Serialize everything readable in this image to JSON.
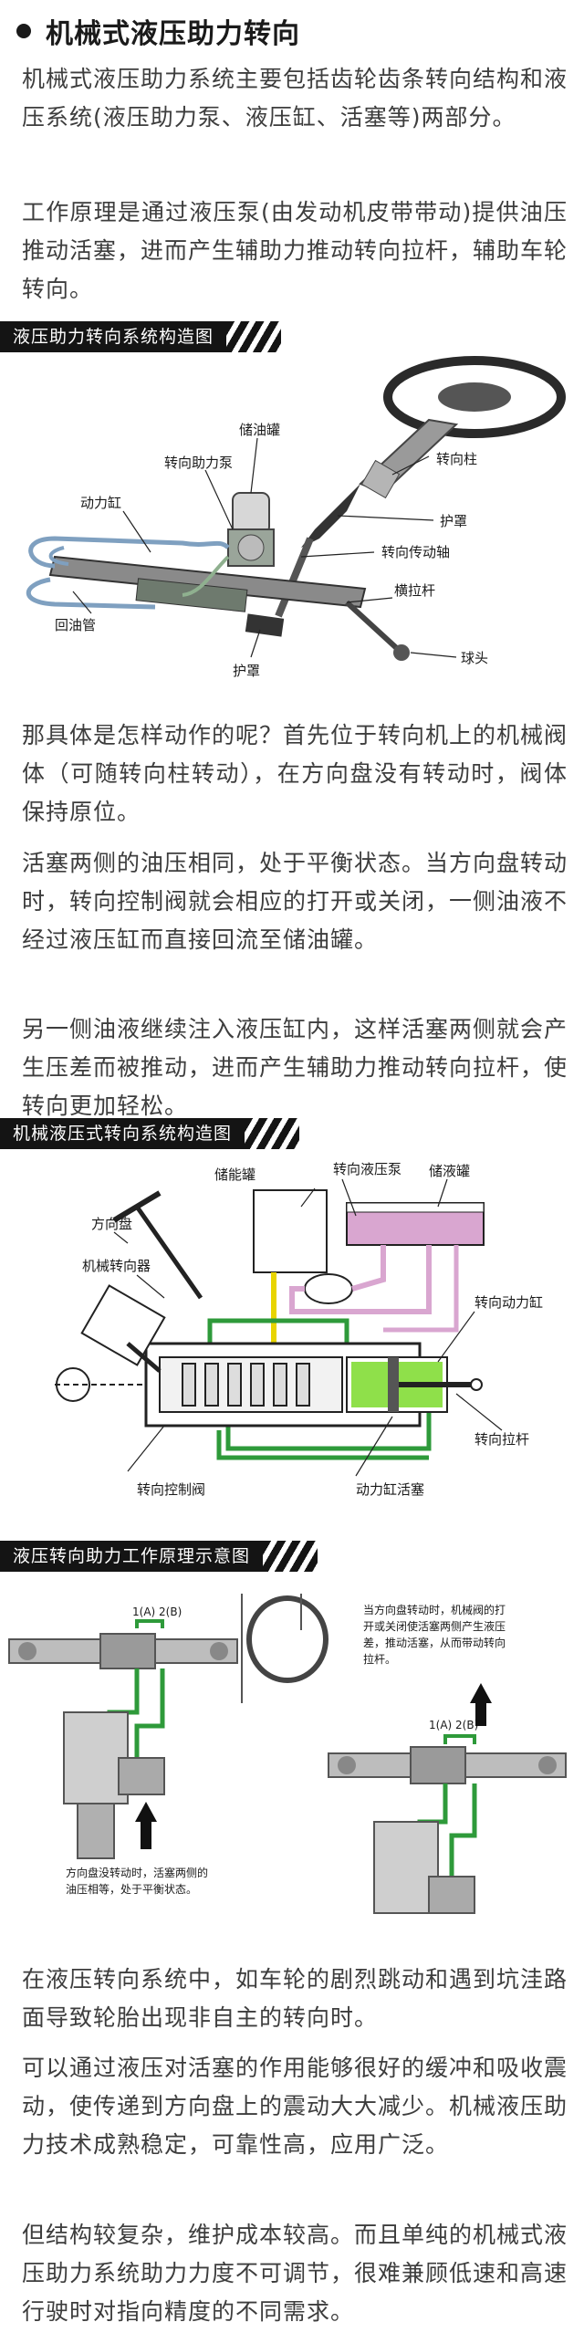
{
  "heading": {
    "title": "机械式液压助力转向"
  },
  "paragraphs": {
    "p1": "机械式液压助力系统主要包括齿轮齿条转向结构和液压系统(液压助力泵、液压缸、活塞等)两部分。",
    "p2": "工作原理是通过液压泵(由发动机皮带带动)提供油压推动活塞，进而产生辅助力推动转向拉杆，辅助车轮转向。",
    "p3": "那具体是怎样动作的呢？首先位于转向机上的机械阀体（可随转向柱转动），在方向盘没有转动时，阀体保持原位。",
    "p4": "活塞两侧的油压相同，处于平衡状态。当方向盘转动时，转向控制阀就会相应的打开或关闭，一侧油液不经过液压缸而直接回流至储油罐。",
    "p5": "另一侧油液继续注入液压缸内，这样活塞两侧就会产生压差而被推动，进而产生辅助力推动转向拉杆，使转向更加轻松。",
    "p6": "在液压转向系统中，如车轮的剧烈跳动和遇到坑洼路面导致轮胎出现非自主的转向时。",
    "p7": "可以通过液压对活塞的作用能够很好的缓冲和吸收震动，使传递到方向盘上的震动大大减少。机械液压助力技术成熟稳定，可靠性高，应用广泛。",
    "p8": "但结构较复杂，维护成本较高。而且单纯的机械式液压助力系统助力力度不可调节，很难兼顾低速和高速行驶时对指向精度的不同需求。"
  },
  "figure1": {
    "banner": "液压助力转向系统构造图",
    "labels": {
      "reservoir": "储油罐",
      "pump": "转向助力泵",
      "cylinder": "动力缸",
      "column": "转向柱",
      "boot_top": "护罩",
      "shaft": "转向传动轴",
      "tie_rod": "横拉杆",
      "return_pipe": "回油管",
      "ball_joint": "球头",
      "boot_bottom": "护罩"
    }
  },
  "figure2": {
    "banner": "机械液压式转向系统构造图",
    "labels": {
      "pump": "转向液压泵",
      "accumulator": "储能罐",
      "reservoir": "储液罐",
      "wheel": "方向盘",
      "gear": "机械转向器",
      "power_cylinder": "转向动力缸",
      "tie_rod": "转向拉杆",
      "control_valve": "转向控制阀",
      "piston": "动力缸活塞"
    }
  },
  "figure3": {
    "banner": "液压转向助力工作原理示意图",
    "ports_left": "1(A)  2(B)",
    "ports_right": "1(A)  2(B)",
    "note_right": "当方向盘转动时，机械阀的打开或关闭使活塞两侧产生液压差，推动活塞，从而带动转向拉杆。",
    "note_left": "方向盘没转动时，活塞两侧的油压相等，处于平衡状态。"
  },
  "colors": {
    "text": "#3d3d3d",
    "banner_bg": "#141414",
    "hydraulic_green": "#2e9a3a",
    "oil_yellow": "#e8d400",
    "oil_pink": "#d9a6d0",
    "piston_green": "#8fe04a"
  }
}
